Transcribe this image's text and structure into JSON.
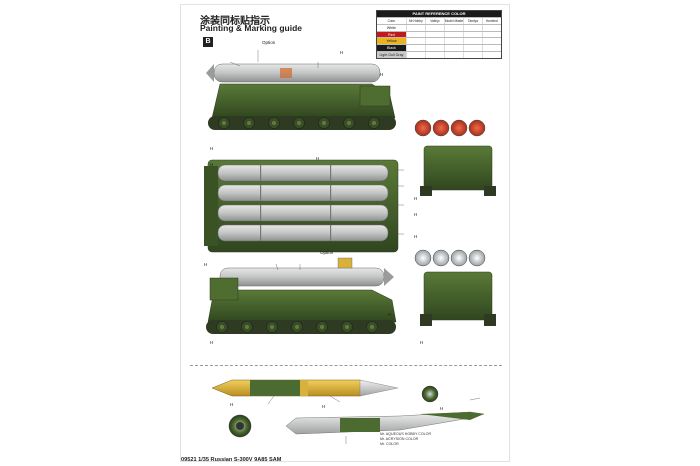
{
  "header": {
    "title_cn": "涂装同标贴指示",
    "title_en": "Painting & Marking guide",
    "section": "B"
  },
  "color_reference": {
    "title": "PAINT REFERENCE COLOR",
    "columns": [
      "Color",
      "Mr.Hobby",
      "Vallejo",
      "Model Master",
      "Tamiya",
      "Humbrol"
    ],
    "rows": [
      {
        "color": "White",
        "code": "H",
        "values": [
          "",
          "",
          "",
          "",
          ""
        ],
        "swatch": "#ffffff"
      },
      {
        "color": "Red",
        "code": "H",
        "values": [
          "",
          "",
          "",
          "",
          ""
        ],
        "swatch": "#c21a1a"
      },
      {
        "color": "Yellow",
        "code": "H",
        "values": [
          "",
          "",
          "",
          "",
          ""
        ],
        "swatch": "#e8b420"
      },
      {
        "color": "Black",
        "code": "H",
        "values": [
          "",
          "",
          "",
          "",
          ""
        ],
        "swatch": "#1a1a1a"
      },
      {
        "color": "Light Gull Gray",
        "code": "H",
        "values": [
          "",
          "",
          "",
          "",
          ""
        ],
        "swatch": "#c9cbc8"
      }
    ]
  },
  "callouts": [
    {
      "text": "H",
      "badge": ""
    },
    {
      "text": "H",
      "badge": ""
    },
    {
      "text": "H",
      "badge": ""
    }
  ],
  "missile_labels": [
    "Option",
    "Option"
  ],
  "legend_lines": [
    "Mr. AQUEOUS HOBBY COLOR",
    "Mr. ACRYSION COLOR",
    "Mr. COLOR"
  ],
  "footer": "09521 1/35 Russian S-300V 9A85 SAM",
  "colors": {
    "green": "#45622c",
    "green_dark": "#2e4420",
    "tube": "#c7c9c8",
    "tube_dark": "#9a9c9b",
    "yellow": "#d8b13a",
    "orange": "#d06a2a",
    "red": "#c23a2a"
  }
}
